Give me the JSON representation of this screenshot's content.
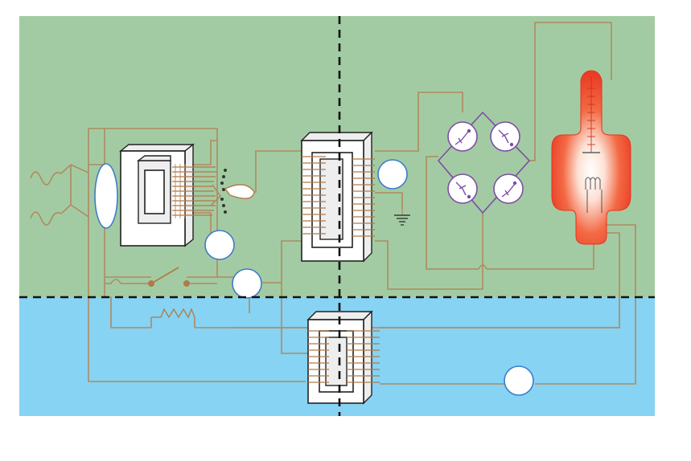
{
  "diagram": {
    "regions": [
      {
        "name": "upper-panel",
        "color": "#a3cba3"
      },
      {
        "name": "lower-panel",
        "color": "#87d3f3"
      }
    ],
    "components": [
      {
        "id": "ac-source-top",
        "icon": "ac-source-icon"
      },
      {
        "id": "ac-source-bottom",
        "icon": "ac-source-icon"
      },
      {
        "id": "input-meter",
        "icon": "oval-meter-icon"
      },
      {
        "id": "relay-core",
        "icon": "transformer-core-icon"
      },
      {
        "id": "relay-contact",
        "icon": "contact-icon"
      },
      {
        "id": "meter-1",
        "icon": "meter-icon"
      },
      {
        "id": "meter-2",
        "icon": "meter-icon"
      },
      {
        "id": "main-transformer",
        "icon": "transformer-icon"
      },
      {
        "id": "meter-3",
        "icon": "meter-icon"
      },
      {
        "id": "ground",
        "icon": "ground-icon"
      },
      {
        "id": "rectifier-bridge",
        "icon": "diode-bridge-icon"
      },
      {
        "id": "xray-tube",
        "icon": "xray-tube-icon"
      },
      {
        "id": "switch",
        "icon": "switch-icon"
      },
      {
        "id": "resistor",
        "icon": "resistor-icon"
      },
      {
        "id": "filament-transformer",
        "icon": "transformer-icon"
      },
      {
        "id": "meter-4",
        "icon": "meter-icon"
      }
    ],
    "colors": {
      "wire": "#b08a60",
      "coil": "#b07a48",
      "meter_outline": "#3d7cc9",
      "diode": "#7b4fa3",
      "tube_glow": "#ee4a2c",
      "divider": "#111111"
    }
  }
}
